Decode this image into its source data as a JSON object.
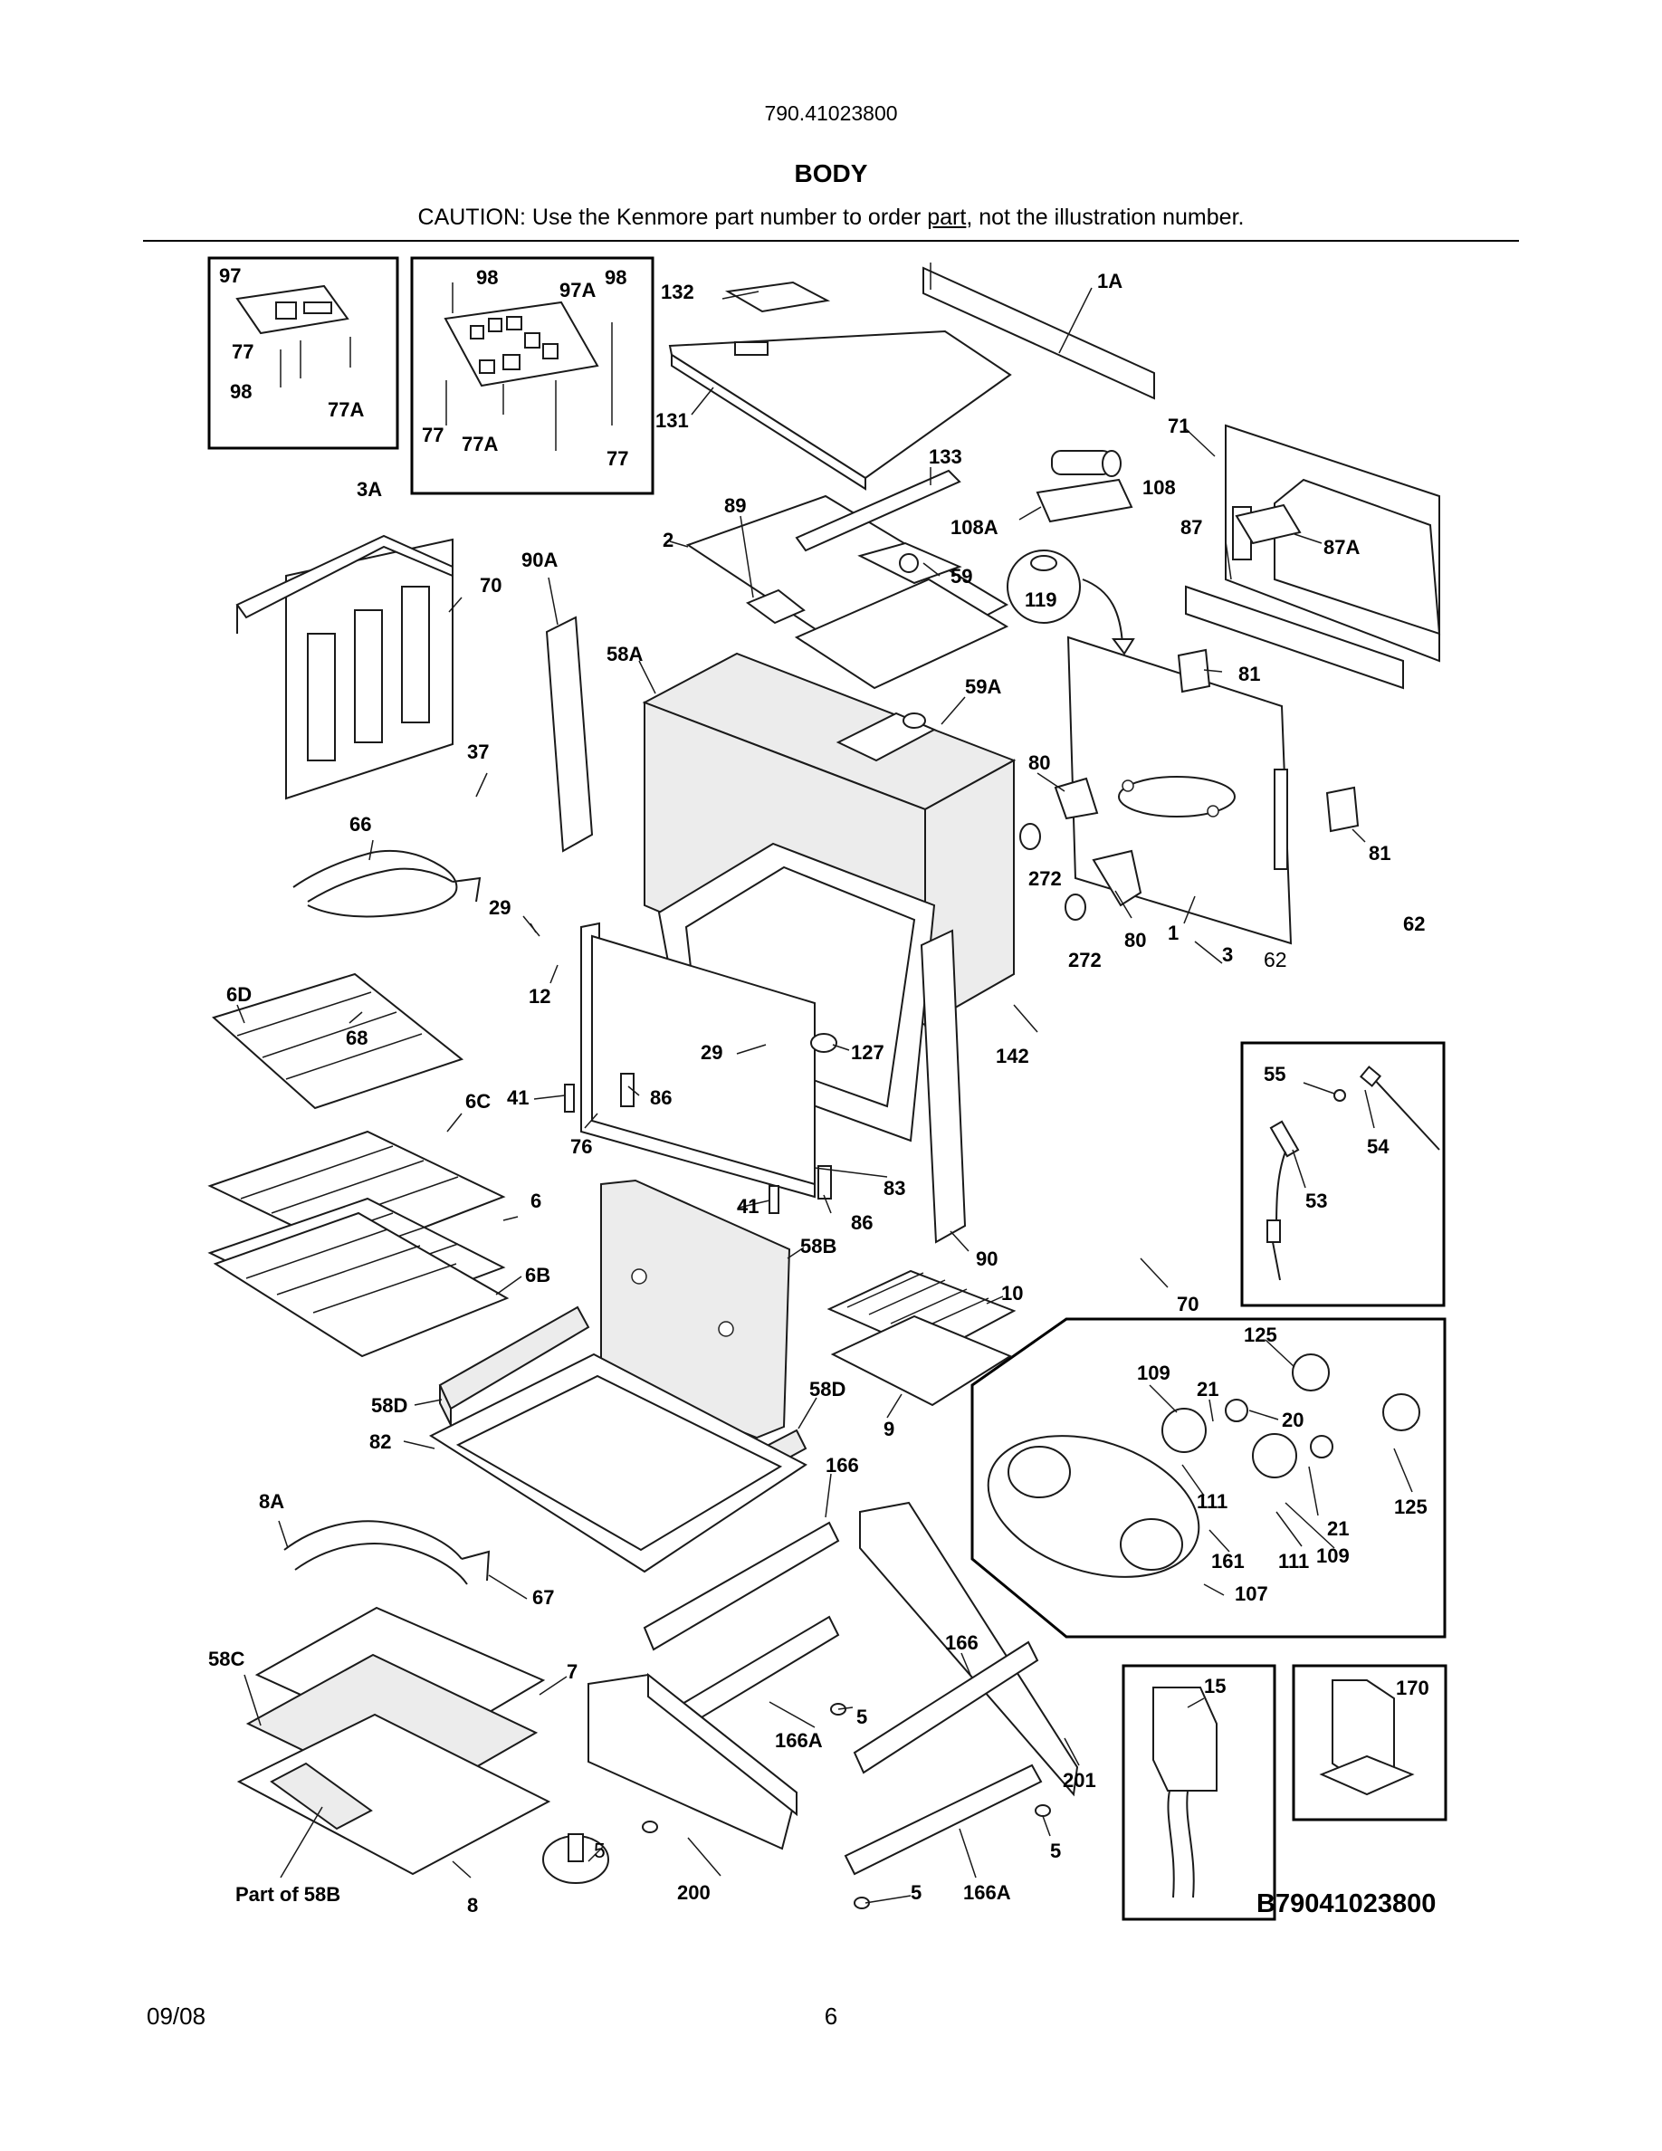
{
  "header": {
    "model_number": "790.41023800",
    "section_title": "BODY",
    "caution_prefix": "CAUTION: Use the Kenmore part number to order ",
    "caution_link": "part",
    "caution_suffix": ", not the illustration number."
  },
  "drawing_code": "B79041023800",
  "footer": {
    "date": "09/08",
    "page": "6"
  },
  "part_labels": {
    "p97": "97",
    "p98a": "98",
    "p97a": "97A",
    "p98b": "98",
    "p98c": "98",
    "p77a": "77",
    "p77b": "77",
    "p77c": "77",
    "p77A1": "77A",
    "p77A2": "77A",
    "p132": "132",
    "p1A": "1A",
    "p131": "131",
    "p71": "71",
    "p133": "133",
    "p108": "108",
    "p108A": "108A",
    "p3A": "3A",
    "p89": "89",
    "p87": "87",
    "p87A": "87A",
    "p2": "2",
    "p59": "59",
    "p119": "119",
    "p90A": "90A",
    "p70a": "70",
    "p58A": "58A",
    "p59A": "59A",
    "p81a": "81",
    "p37": "37",
    "p80a": "80",
    "p81b": "81",
    "p66": "66",
    "p272a": "272",
    "p272b": "272",
    "p80b": "80",
    "p1": "1",
    "p29a": "29",
    "p62a": "62",
    "p62b": "62",
    "p3": "3",
    "p12": "12",
    "p6D": "6D",
    "p68": "68",
    "p29b": "29",
    "p127": "127",
    "p142": "142",
    "p55": "55",
    "p54": "54",
    "p41a": "41",
    "p86a": "86",
    "p6C": "6C",
    "p76": "76",
    "p83": "83",
    "p53": "53",
    "p6": "6",
    "p41b": "41",
    "p86b": "86",
    "p58B": "58B",
    "p90": "90",
    "p6B": "6B",
    "p10": "10",
    "p70b": "70",
    "p125a": "125",
    "p109a": "109",
    "p21a": "21",
    "p20": "20",
    "p58Da": "58D",
    "p58Db": "58D",
    "p9": "9",
    "p82": "82",
    "p166a": "166",
    "p111a": "111",
    "p125b": "125",
    "p8A": "8A",
    "p21b": "21",
    "p161": "161",
    "p111b": "111",
    "p109b": "109",
    "p107": "107",
    "p67": "67",
    "p166b": "166",
    "p15": "15",
    "p170": "170",
    "p58C": "58C",
    "p7": "7",
    "p5a": "5",
    "p166Aa": "166A",
    "p201": "201",
    "p5b": "5",
    "p5c": "5",
    "p200": "200",
    "p5d": "5",
    "p166Ab": "166A",
    "pPartOf58B": "Part of 58B",
    "p8": "8"
  }
}
